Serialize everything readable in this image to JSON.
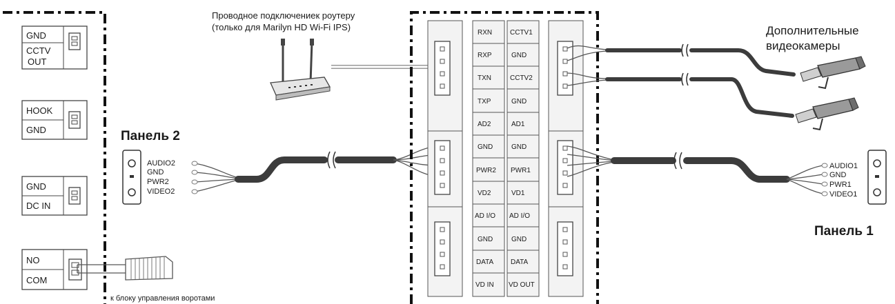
{
  "left_unit": {
    "groups": [
      {
        "labels": [
          "GND",
          "CCTV\nOUT"
        ]
      },
      {
        "labels": [
          "HOOK",
          "GND"
        ]
      },
      {
        "labels": [
          "GND",
          "DC IN"
        ]
      },
      {
        "labels": [
          "NO",
          "COM"
        ]
      }
    ]
  },
  "router_caption": {
    "line1": "Проводное подключениек роутеру",
    "line2": "(только для Marilyn HD Wi-Fi IPS)"
  },
  "gate_caption": "к блоку управления воротами",
  "extra_cameras": {
    "line1": "Дополнительные",
    "line2": "видеокамеры"
  },
  "panel2": {
    "title": "Панель 2",
    "wires": [
      "AUDIO2",
      "GND",
      "PWR2",
      "VIDEO2"
    ]
  },
  "panel1": {
    "title": "Панель 1",
    "wires": [
      "AUDIO1",
      "GND",
      "PWR1",
      "VIDEO1"
    ]
  },
  "center_unit": {
    "col_left": [
      "RXN",
      "RXP",
      "TXN",
      "TXP",
      "AD2",
      "GND",
      "PWR2",
      "VD2",
      "AD I/O",
      "GND",
      "DATA",
      "VD IN"
    ],
    "col_right": [
      "CCTV1",
      "GND",
      "CCTV2",
      "GND",
      "AD1",
      "GND",
      "PWR1",
      "VD1",
      "AD I/O",
      "GND",
      "DATA",
      "VD OUT"
    ]
  }
}
